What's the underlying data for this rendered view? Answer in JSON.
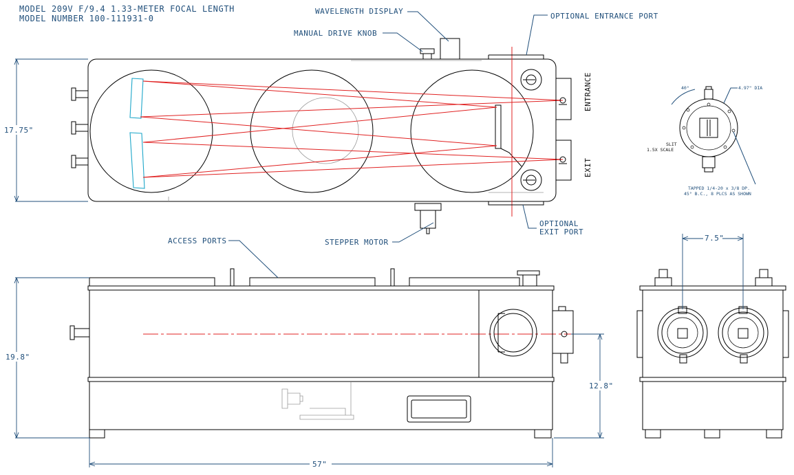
{
  "title": {
    "line1": "MODEL 209V F/9.4 1.33-METER FOCAL LENGTH",
    "line2": "MODEL NUMBER 100-111931-0"
  },
  "callouts": {
    "wavelength_display": "WAVELENGTH DISPLAY",
    "manual_drive_knob": "MANUAL DRIVE KNOB",
    "optional_entrance_port": "OPTIONAL ENTRANCE PORT",
    "optional_exit_port_line1": "OPTIONAL",
    "optional_exit_port_line2": "EXIT PORT",
    "stepper_motor": "STEPPER MOTOR",
    "access_ports": "ACCESS PORTS",
    "entrance": "ENTRANCE",
    "exit": "EXIT"
  },
  "dimensions": {
    "top_height": "17.75\"",
    "front_height": "19.8\"",
    "port_height": "12.8\"",
    "length": "57\"",
    "port_spacing": "7.5\""
  },
  "slit_detail": {
    "label_line1": "SLIT",
    "label_line2": "1.5X SCALE",
    "dia": "4.97\" DIA",
    "angle": "40°",
    "tapped_line1": "TAPPED 1/4-20 x 3/8 DP.",
    "tapped_line2": "45° B.C., 8 PLCS AS SHOWN"
  },
  "colors": {
    "beam": "#e02020",
    "leader": "#1f4e7a",
    "mirror": "#1ca6c9"
  }
}
